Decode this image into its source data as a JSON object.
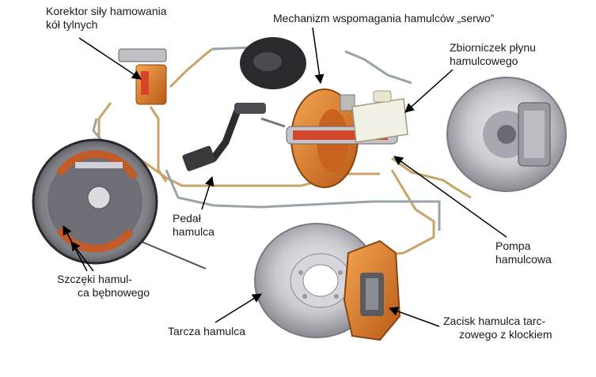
{
  "labels": {
    "korektor": {
      "line1": "Korektor siły hamowania",
      "line2": "kół tylnych"
    },
    "serwo": {
      "line1": "Mechanizm wspomagania hamulców „serwo”"
    },
    "zbiorniczek": {
      "line1": "Zbiorniczek płynu",
      "line2": "hamulcowego"
    },
    "pedal": {
      "line1": "Pedał",
      "line2": "hamulca"
    },
    "pompa": {
      "line1": "Pompa",
      "line2": "hamulcowa"
    },
    "szczeki": {
      "line1": "Szczęki hamul-",
      "line2": "ca  bębnowego"
    },
    "tarcza": {
      "line1": "Tarcza hamulca"
    },
    "zacisk": {
      "line1": "Zacisk hamulca  tarc-",
      "line2": "zowego z  klockiem"
    }
  },
  "colors": {
    "text": "#1a1a1a",
    "arrow": "#000000",
    "metal_light": "#d8d8dc",
    "metal_dark": "#8c8c94",
    "caliper_orange": "#e58a2c",
    "servo_orange": "#d9712a",
    "pipe_tan": "#c9a46a",
    "pipe_grey": "#9aa4a8",
    "reservoir": "#f2f0e4"
  }
}
